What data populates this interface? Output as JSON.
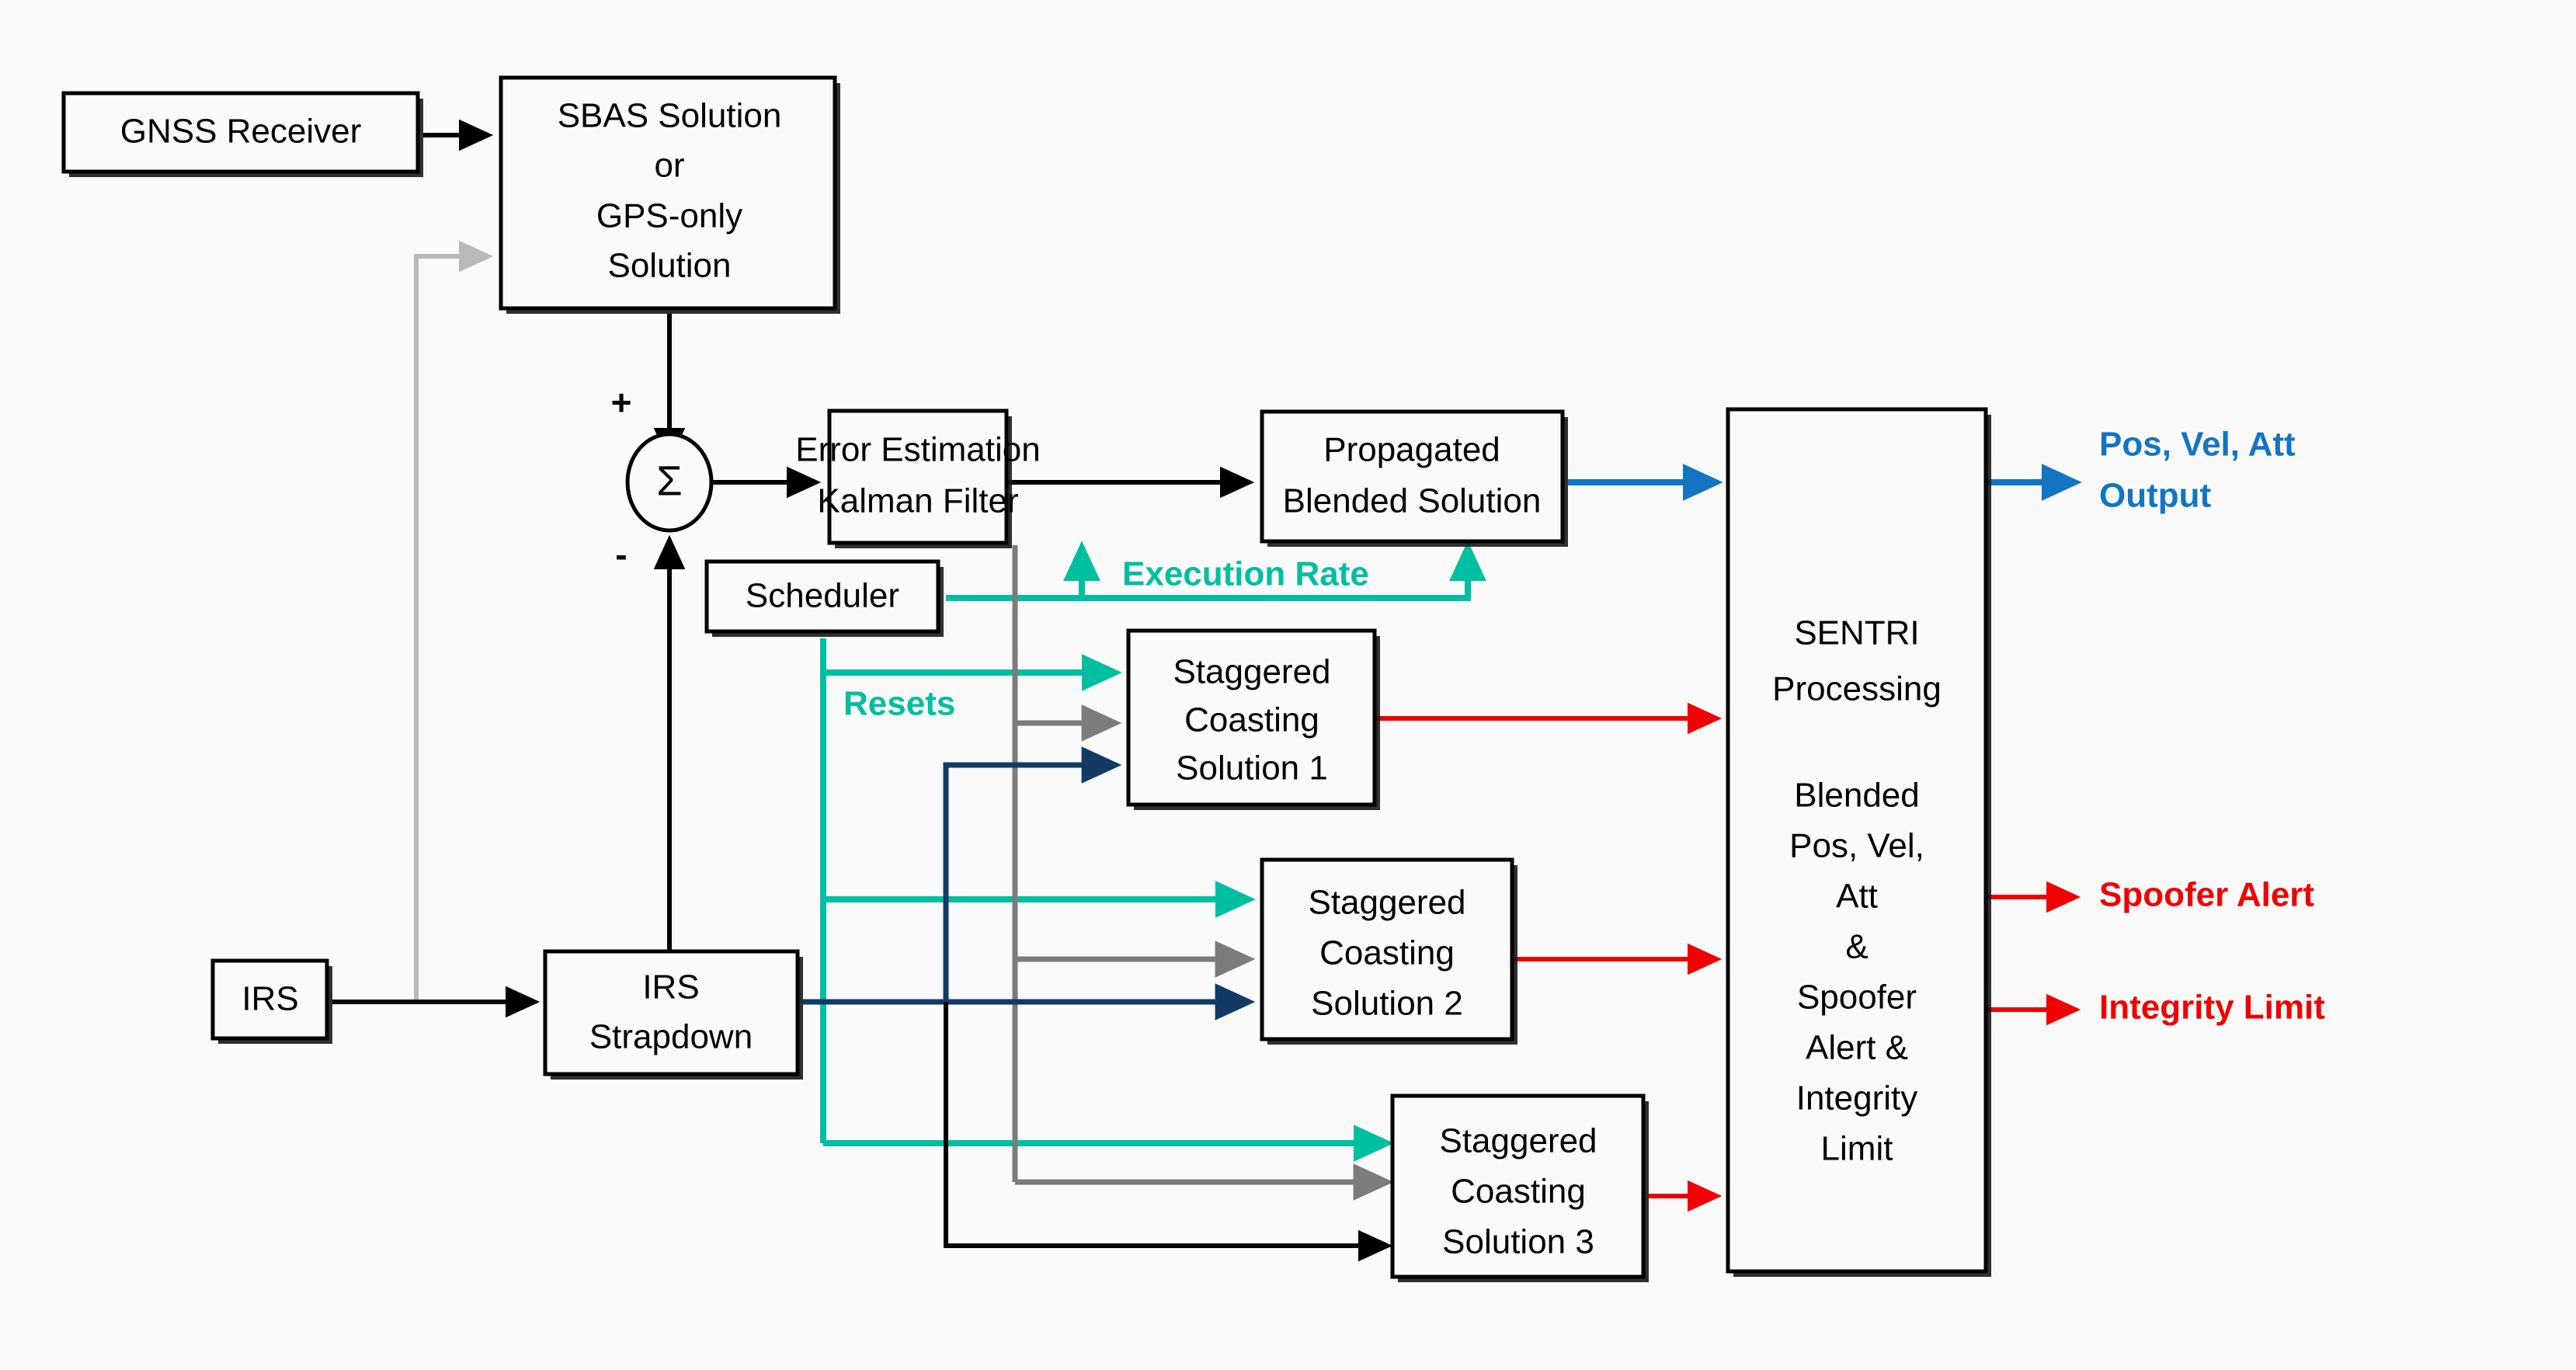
{
  "diagram": {
    "title": "SENTRI GNSS/IRS blended navigation and integrity block diagram",
    "background_color": "#fafafa",
    "blocks": {
      "gnss_receiver": {
        "label": "GNSS Receiver"
      },
      "sbas_solution": {
        "line1": "SBAS Solution",
        "line2": "or",
        "line3": "GPS-only",
        "line4": "Solution"
      },
      "sum_junction": {
        "symbol": "Σ",
        "plus": "+",
        "minus": "-"
      },
      "error_estimation": {
        "line1": "Error Estimation",
        "line2": "Kalman Filter"
      },
      "propagated_blended": {
        "line1": "Propagated",
        "line2": "Blended Solution"
      },
      "scheduler": {
        "label": "Scheduler"
      },
      "staggered_1": {
        "line1": "Staggered",
        "line2": "Coasting",
        "line3": "Solution 1"
      },
      "staggered_2": {
        "line1": "Staggered",
        "line2": "Coasting",
        "line3": "Solution 2"
      },
      "staggered_3": {
        "line1": "Staggered",
        "line2": "Coasting",
        "line3": "Solution 3"
      },
      "irs": {
        "label": "IRS"
      },
      "irs_strapdown": {
        "line1": "IRS",
        "line2": "Strapdown"
      },
      "sentri": {
        "line1": "SENTRI",
        "line2": "Processing",
        "line3": "Blended",
        "line4": "Pos, Vel,",
        "line5": "Att",
        "line6": "&",
        "line7": "Spoofer",
        "line8": "Alert &",
        "line9": "Integrity",
        "line10": "Limit"
      }
    },
    "edge_labels": {
      "execution_rate": "Execution Rate",
      "resets": "Resets"
    },
    "outputs": {
      "pos_vel_att_line1": "Pos, Vel, Att",
      "pos_vel_att_line2": "Output",
      "spoofer_alert": "Spoofer Alert",
      "integrity_limit": "Integrity Limit"
    },
    "colors": {
      "black": "#000000",
      "gray": "#9a9a9a",
      "navy": "#123a63",
      "teal": "#00bfa0",
      "red": "#f00000",
      "blue": "#1275c4"
    }
  }
}
